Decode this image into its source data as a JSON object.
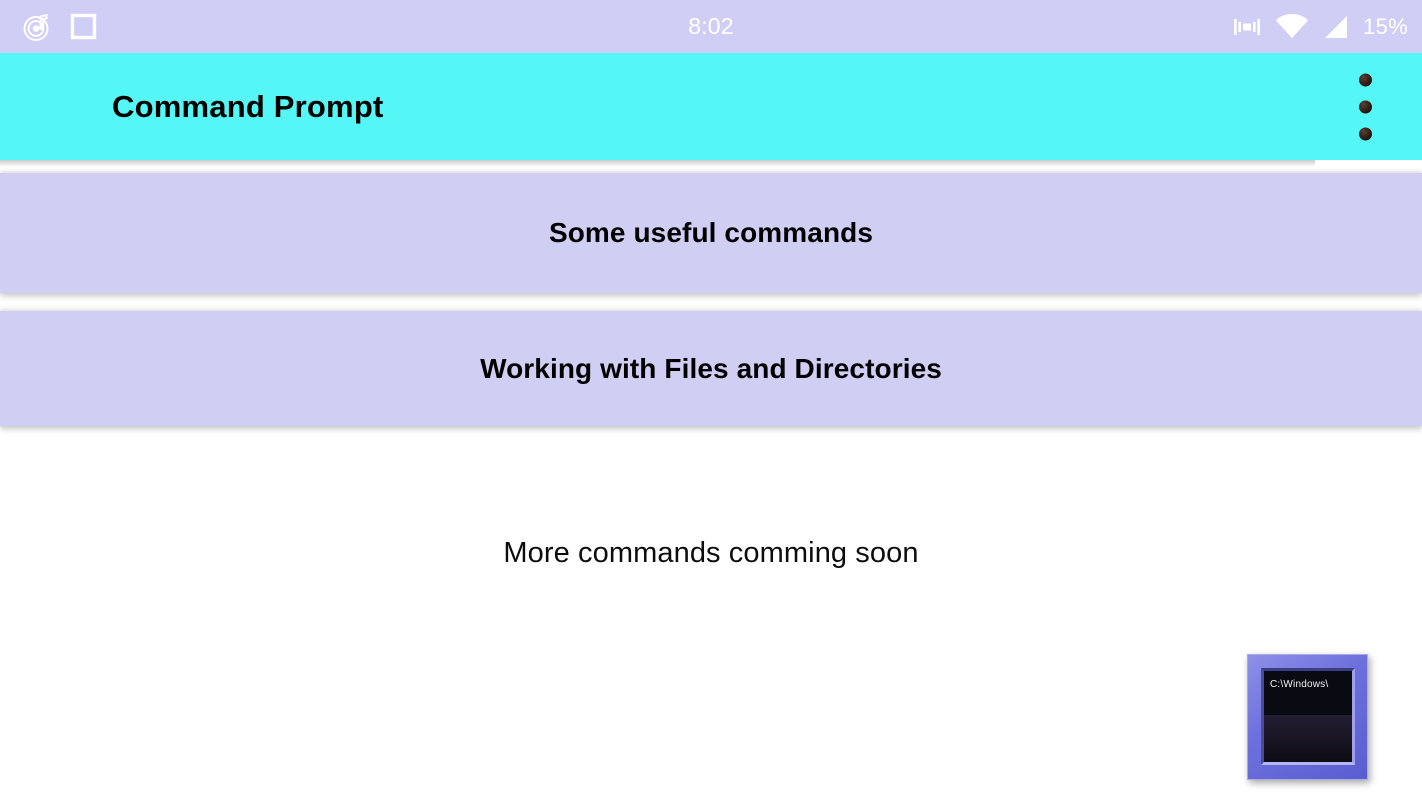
{
  "status_bar": {
    "time": "8:02",
    "battery_percent": "15%",
    "background_color": "#d1cef5",
    "foreground_color": "#ffffff",
    "left_icons": [
      "music-player-icon",
      "square-outline-icon"
    ],
    "right_icons": [
      "vibrate-icon",
      "wifi-icon",
      "cell-signal-icon"
    ]
  },
  "app_bar": {
    "title": "Command Prompt",
    "background_color": "#55f6f6",
    "title_color": "#000000",
    "overflow_icon": "more-vert-icon",
    "overflow_dot_count": 3
  },
  "main": {
    "cards": [
      {
        "label": "Some useful commands",
        "background_color": "#d1cef3"
      },
      {
        "label": "Working with Files and Directories",
        "background_color": "#d1cef3"
      }
    ],
    "note": "More commands comming soon",
    "app_icon": {
      "name": "command-prompt-icon",
      "screen_text": "C:\\Windows\\",
      "frame_color": "#6d70dc",
      "screen_color": "#0a0a12"
    }
  }
}
